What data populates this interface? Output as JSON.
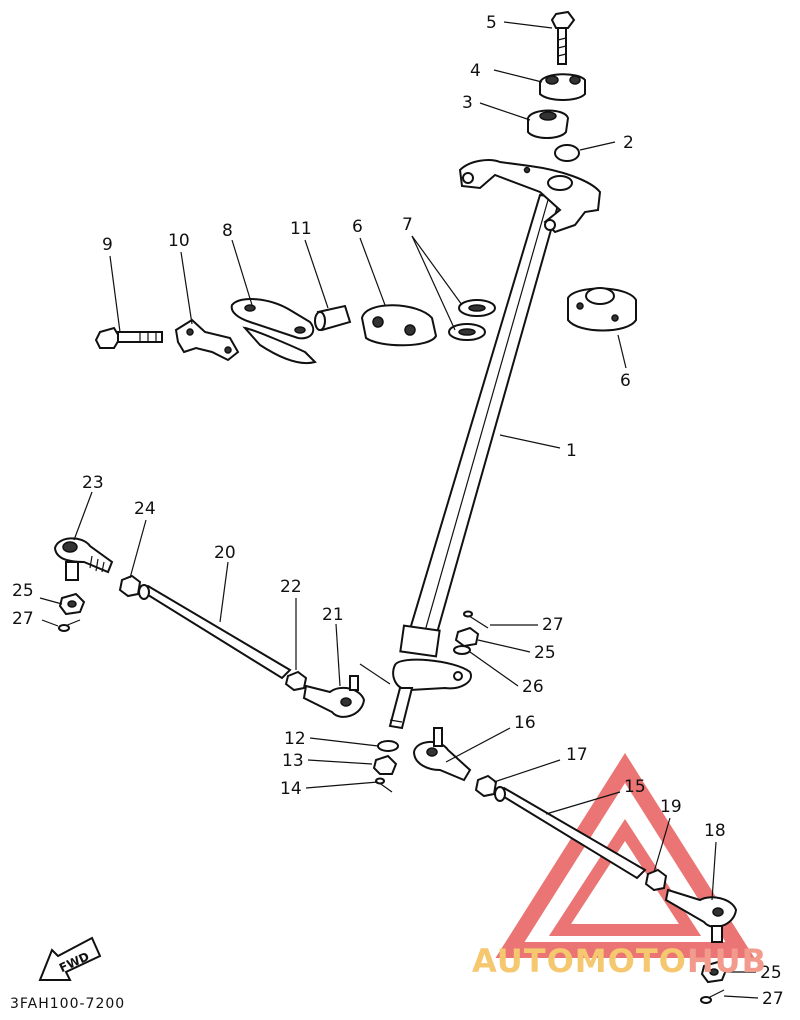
{
  "diagram_code": "3FAH100-7200",
  "fwd_label": "FWD",
  "watermark": {
    "part1": "AUTOMOTO",
    "part2": "HUB",
    "color1": "#f5c870",
    "color2": "#f29a8c",
    "triangle_color": "#e85c5c"
  },
  "callouts": [
    {
      "id": "c1",
      "text": "1"
    },
    {
      "id": "c2",
      "text": "2"
    },
    {
      "id": "c3",
      "text": "3"
    },
    {
      "id": "c4",
      "text": "4"
    },
    {
      "id": "c5",
      "text": "5"
    },
    {
      "id": "c6a",
      "text": "6"
    },
    {
      "id": "c6b",
      "text": "6"
    },
    {
      "id": "c7",
      "text": "7"
    },
    {
      "id": "c8",
      "text": "8"
    },
    {
      "id": "c9",
      "text": "9"
    },
    {
      "id": "c10",
      "text": "10"
    },
    {
      "id": "c11",
      "text": "11"
    },
    {
      "id": "c12",
      "text": "12"
    },
    {
      "id": "c13",
      "text": "13"
    },
    {
      "id": "c14",
      "text": "14"
    },
    {
      "id": "c15",
      "text": "15"
    },
    {
      "id": "c16",
      "text": "16"
    },
    {
      "id": "c17",
      "text": "17"
    },
    {
      "id": "c18",
      "text": "18"
    },
    {
      "id": "c19",
      "text": "19"
    },
    {
      "id": "c20",
      "text": "20"
    },
    {
      "id": "c21",
      "text": "21"
    },
    {
      "id": "c22",
      "text": "22"
    },
    {
      "id": "c23",
      "text": "23"
    },
    {
      "id": "c24",
      "text": "24"
    },
    {
      "id": "c25a",
      "text": "25"
    },
    {
      "id": "c25b",
      "text": "25"
    },
    {
      "id": "c25c",
      "text": "25"
    },
    {
      "id": "c26",
      "text": "26"
    },
    {
      "id": "c27a",
      "text": "27"
    },
    {
      "id": "c27b",
      "text": "27"
    },
    {
      "id": "c27c",
      "text": "27"
    }
  ]
}
